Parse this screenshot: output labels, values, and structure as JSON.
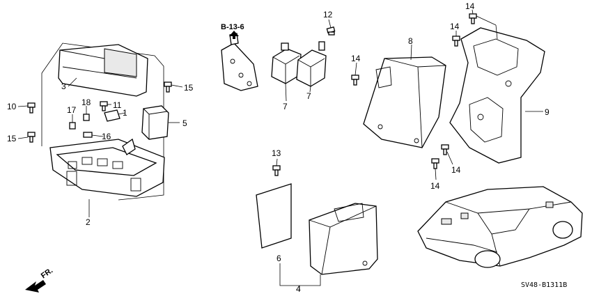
{
  "diagram_code": "SV48-B1311B",
  "front_marker": "FR.",
  "reference": "B-13-6",
  "callouts": {
    "c1": "1",
    "c2": "2",
    "c3": "3",
    "c4": "4",
    "c5": "5",
    "c6": "6",
    "c7a": "7",
    "c7b": "7",
    "c8": "8",
    "c9": "9",
    "c10": "10",
    "c11": "11",
    "c12": "12",
    "c13": "13",
    "c14a": "14",
    "c14b": "14",
    "c14c": "14",
    "c14d": "14",
    "c14e": "14",
    "c15a": "15",
    "c15b": "15",
    "c16": "16",
    "c17": "17",
    "c18": "18"
  }
}
